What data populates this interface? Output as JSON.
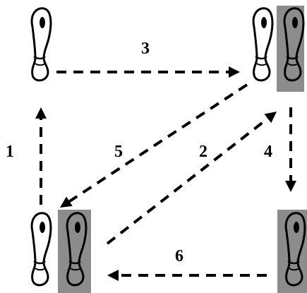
{
  "diagram": {
    "colors": {
      "ink": "#000000",
      "shadow_fill": "#8c8c8c",
      "background": "#ffffff"
    },
    "positions": [
      {
        "id": "top-left",
        "feet": [
          "white"
        ]
      },
      {
        "id": "top-right",
        "feet": [
          "white",
          "gray"
        ]
      },
      {
        "id": "bottom-left",
        "feet": [
          "white",
          "gray"
        ]
      },
      {
        "id": "bottom-right",
        "feet": [
          "gray"
        ]
      }
    ],
    "steps": [
      {
        "label": "1",
        "from": "bottom-left",
        "to": "top-left"
      },
      {
        "label": "2",
        "from": "bottom-left",
        "to": "top-right"
      },
      {
        "label": "3",
        "from": "top-left",
        "to": "top-right"
      },
      {
        "label": "4",
        "from": "top-right",
        "to": "bottom-right"
      },
      {
        "label": "5",
        "from": "top-right",
        "to": "bottom-left"
      },
      {
        "label": "6",
        "from": "bottom-right",
        "to": "bottom-left"
      }
    ]
  }
}
